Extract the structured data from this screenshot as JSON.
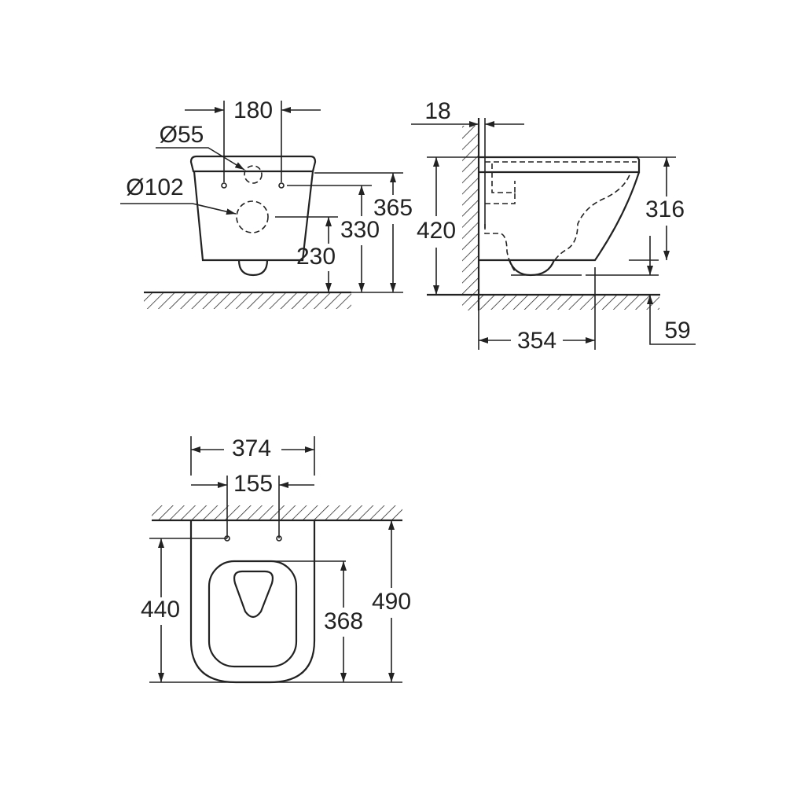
{
  "front_view": {
    "width_between_holes": "180",
    "inlet_diameter": "Ø55",
    "outlet_diameter": "Ø102",
    "height_top": "365",
    "height_holes": "330",
    "height_outlet": "230"
  },
  "side_view": {
    "frame_offset": "18",
    "total_height": "420",
    "bowl_height": "316",
    "depth_to_outlet": "354",
    "outlet_height_offset": "59"
  },
  "top_view": {
    "total_width": "374",
    "hole_spacing": "155",
    "hole_to_front": "440",
    "seat_length": "368",
    "total_length": "490"
  },
  "colors": {
    "line": "#222222",
    "background": "#ffffff"
  }
}
